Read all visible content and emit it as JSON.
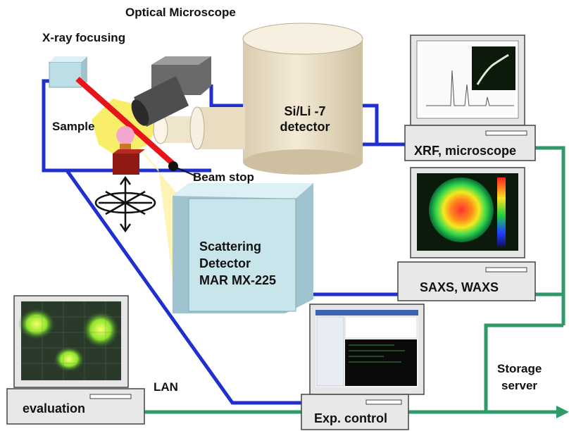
{
  "labels": {
    "optical_microscope": "Optical Microscope",
    "xray_focusing": "X-ray focusing",
    "sample": "Sample",
    "beam_stop": "Beam stop",
    "detector_line1": "Si/Li -7",
    "detector_line2": "detector",
    "scattering_line1": "Scattering",
    "scattering_line2": "Detector",
    "scattering_line3": "MAR MX-225",
    "lan": "LAN",
    "storage_line1": "Storage",
    "storage_line2": "server"
  },
  "computers": {
    "xrf": "XRF, microscope",
    "saxs": "SAXS, WAXS",
    "evaluation": "evaluation",
    "exp_control": "Exp. control"
  },
  "colors": {
    "lan_blue": "#1f2fd0",
    "storage_green": "#2e9a68",
    "beam_red": "#e8141a",
    "xray_yellow": "#fbf3a8",
    "detector_cream": "#f1e6cf",
    "scatter_blue": "#c9e5ec",
    "monitor_gray": "#e8e8e8"
  }
}
